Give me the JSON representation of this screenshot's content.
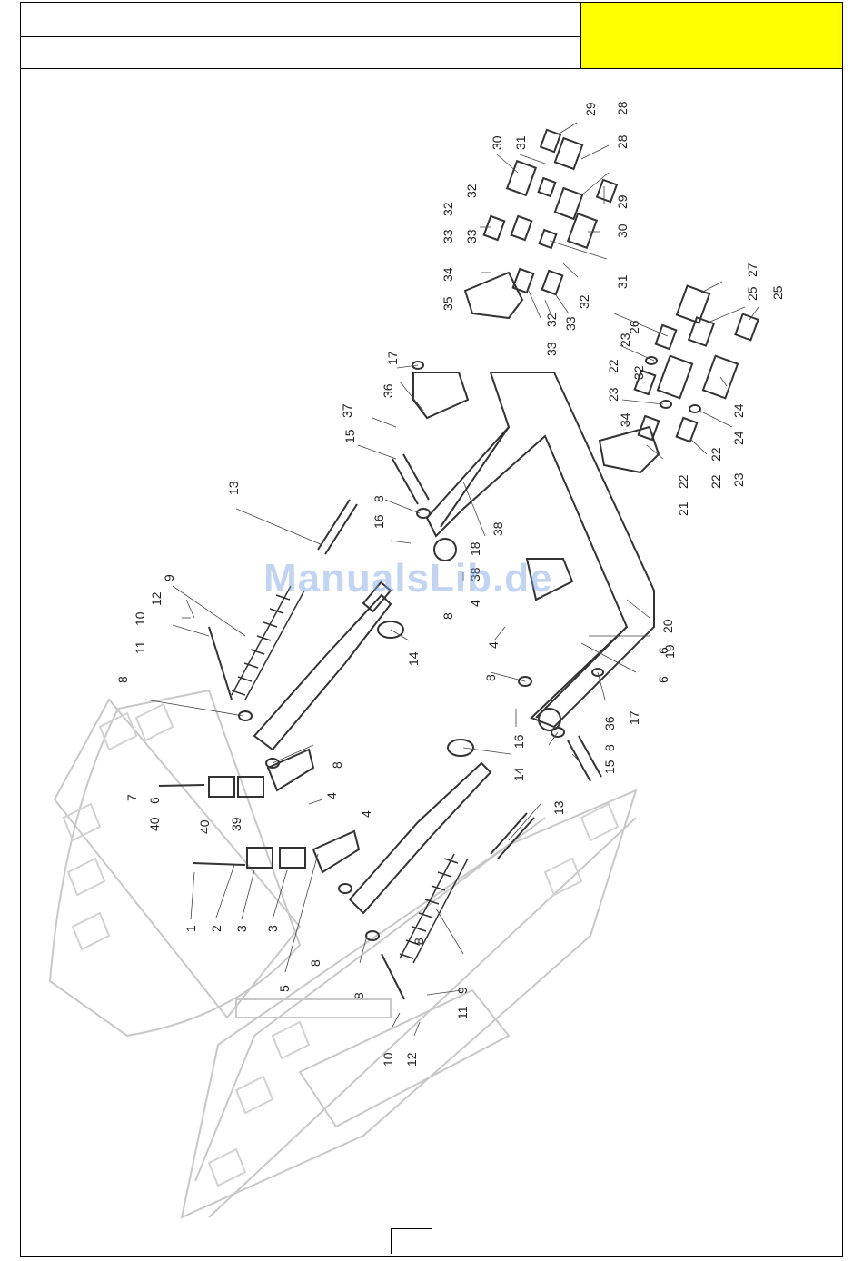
{
  "header": {
    "title_line_1": "",
    "title_line_2": "",
    "highlight_color": "#ffff00"
  },
  "watermark": "ManualsLib.de",
  "callouts": [
    "1",
    "2",
    "3",
    "3",
    "4",
    "4",
    "4",
    "4",
    "5",
    "6",
    "6",
    "6",
    "7",
    "8",
    "8",
    "8",
    "8",
    "8",
    "8",
    "8",
    "8",
    "8",
    "9",
    "9",
    "10",
    "10",
    "11",
    "11",
    "12",
    "12",
    "13",
    "13",
    "14",
    "14",
    "15",
    "15",
    "16",
    "16",
    "17",
    "17",
    "18",
    "19",
    "20",
    "21",
    "22",
    "22",
    "22",
    "22",
    "23",
    "23",
    "23",
    "24",
    "24",
    "25",
    "25",
    "26",
    "27",
    "28",
    "28",
    "29",
    "29",
    "30",
    "30",
    "31",
    "31",
    "32",
    "32",
    "32",
    "32",
    "32",
    "33",
    "33",
    "33",
    "33",
    "34",
    "34",
    "35",
    "36",
    "36",
    "37",
    "38",
    "38",
    "39",
    "40",
    "40"
  ],
  "page_number": ""
}
